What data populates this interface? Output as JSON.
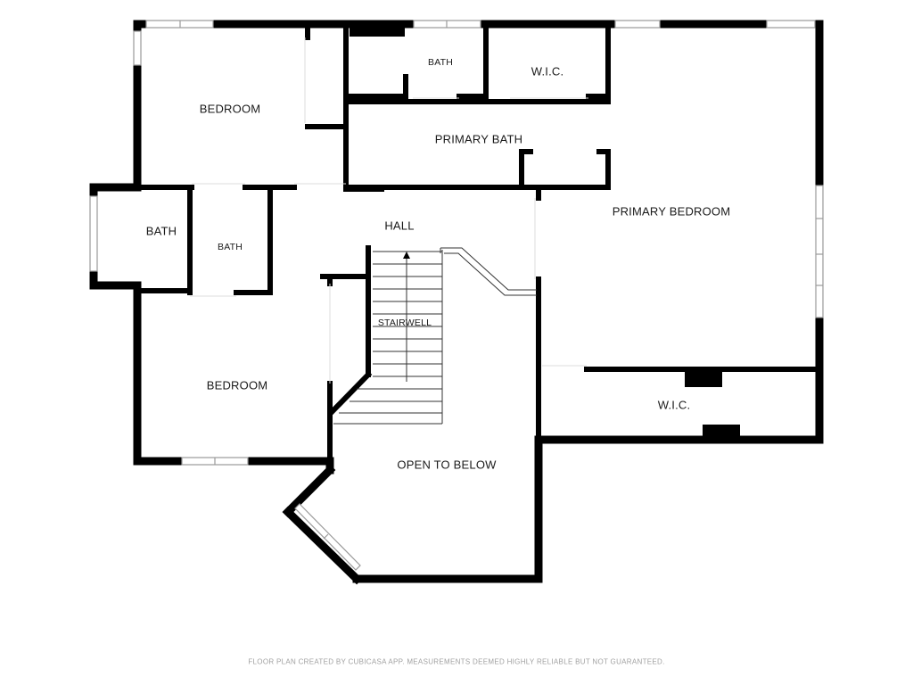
{
  "rooms": {
    "bedroom_top_left": "BEDROOM",
    "bath_top": "BATH",
    "wic_top": "W.I.C.",
    "primary_bath": "PRIMARY BATH",
    "primary_bedroom": "PRIMARY BEDROOM",
    "hall": "HALL",
    "bath_left": "BATH",
    "bath_small": "BATH",
    "stairwell": "STAIRWELL",
    "bedroom_bottom_left": "BEDROOM",
    "wic_right": "W.I.C.",
    "open_to_below": "OPEN TO BELOW"
  },
  "footer": "FLOOR PLAN CREATED BY CUBICASA APP. MEASUREMENTS DEEMED HIGHLY RELIABLE BUT NOT GUARANTEED.",
  "colors": {
    "wall": "#000000",
    "window": "#9a9a9a",
    "background": "#ffffff",
    "label": "#1a1a1a",
    "footer": "#a0a0a0"
  }
}
